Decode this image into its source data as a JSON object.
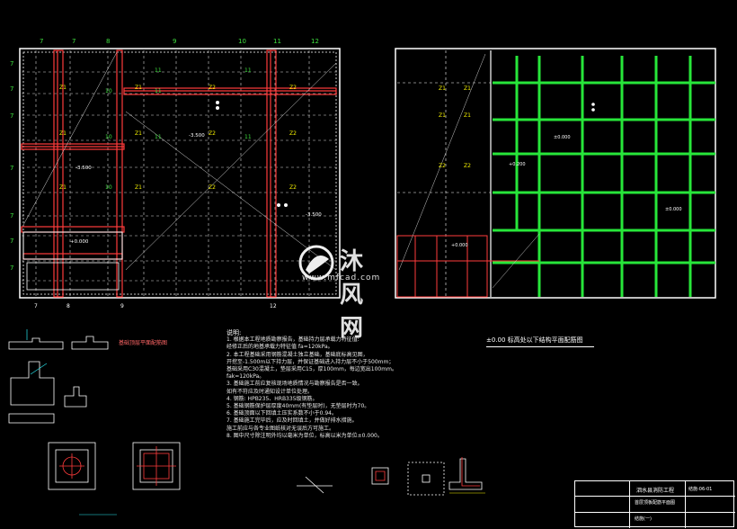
{
  "plan_left": {
    "grid_labels_top": [
      "7",
      "7",
      "8",
      "9",
      "10",
      "11",
      "12"
    ],
    "grid_labels_left": [
      "7",
      "7",
      "7",
      "7",
      "7",
      "7",
      "7"
    ],
    "column_tags": [
      "Z1",
      "Z2"
    ],
    "beam_marks": [
      "10",
      "11"
    ],
    "elevations": [
      "-3.500",
      "-3.500",
      "-3.500",
      "+0.000"
    ]
  },
  "plan_right": {
    "column_tags": [
      "Z1",
      "Z2"
    ],
    "elevations": [
      "±0.000",
      "±0.000",
      "+0.200",
      "+0.000"
    ]
  },
  "detail_title_left": "基础顶层平面配筋图",
  "title_right": "±0.00 标高处以下结构平面配筋图",
  "notes": {
    "heading": "说明:",
    "lines": [
      "1. 根据本工程地质勘察报告，基础持力层承载力特征值:",
      "   经修正后的地基承载力特征值 fa=120kPa。",
      "2. 本工程基础采用钢筋混凝土独立基础，基础底标高见图，",
      "   开挖至-1.500m以下持力层，并保证基础进入持力层不小于500mm；",
      "   基础采用C30混凝土，垫层采用C15，厚100mm，每边宽出100mm。",
      "   fak=120kPa。",
      "3. 基础施工前应复核现场地质情况与勘察报告是否一致。",
      "   如有不符应及时通知设计单位处理。",
      "4. 钢筋: HPB235、HRB335级钢筋。",
      "5. 基础钢筋保护层厚度40mm(有垫层时)，无垫层时为70。",
      "6. 基础顶面以下回填土压实系数不小于0.94。",
      "7. 基础施工完毕后，应及时回填土，并做好排水措施。",
      "   施工前应与各专业图纸核对无误后方可施工。",
      "8. 图中尺寸除注明外均以毫米为单位，标高以米为单位±0.000。"
    ]
  },
  "watermark": {
    "text": "沐风网",
    "url": "www.mfcad.com"
  },
  "title_block": {
    "project": "泗水县消防工程",
    "drawing": "首层顶板配筋平面图",
    "sheet": "结施(一)",
    "code": "结施-06-01"
  },
  "colors": {
    "background": "#000000",
    "structure": "#ffffff",
    "beam": "#ff3b3b",
    "beam_fill": "#c8101a",
    "grid_green": "#27e63a",
    "dashed_grid": "#dcdcdc",
    "text_yellow": "#f4f000",
    "text_green": "#3fe03f",
    "text_cyan": "#28e8f0"
  }
}
